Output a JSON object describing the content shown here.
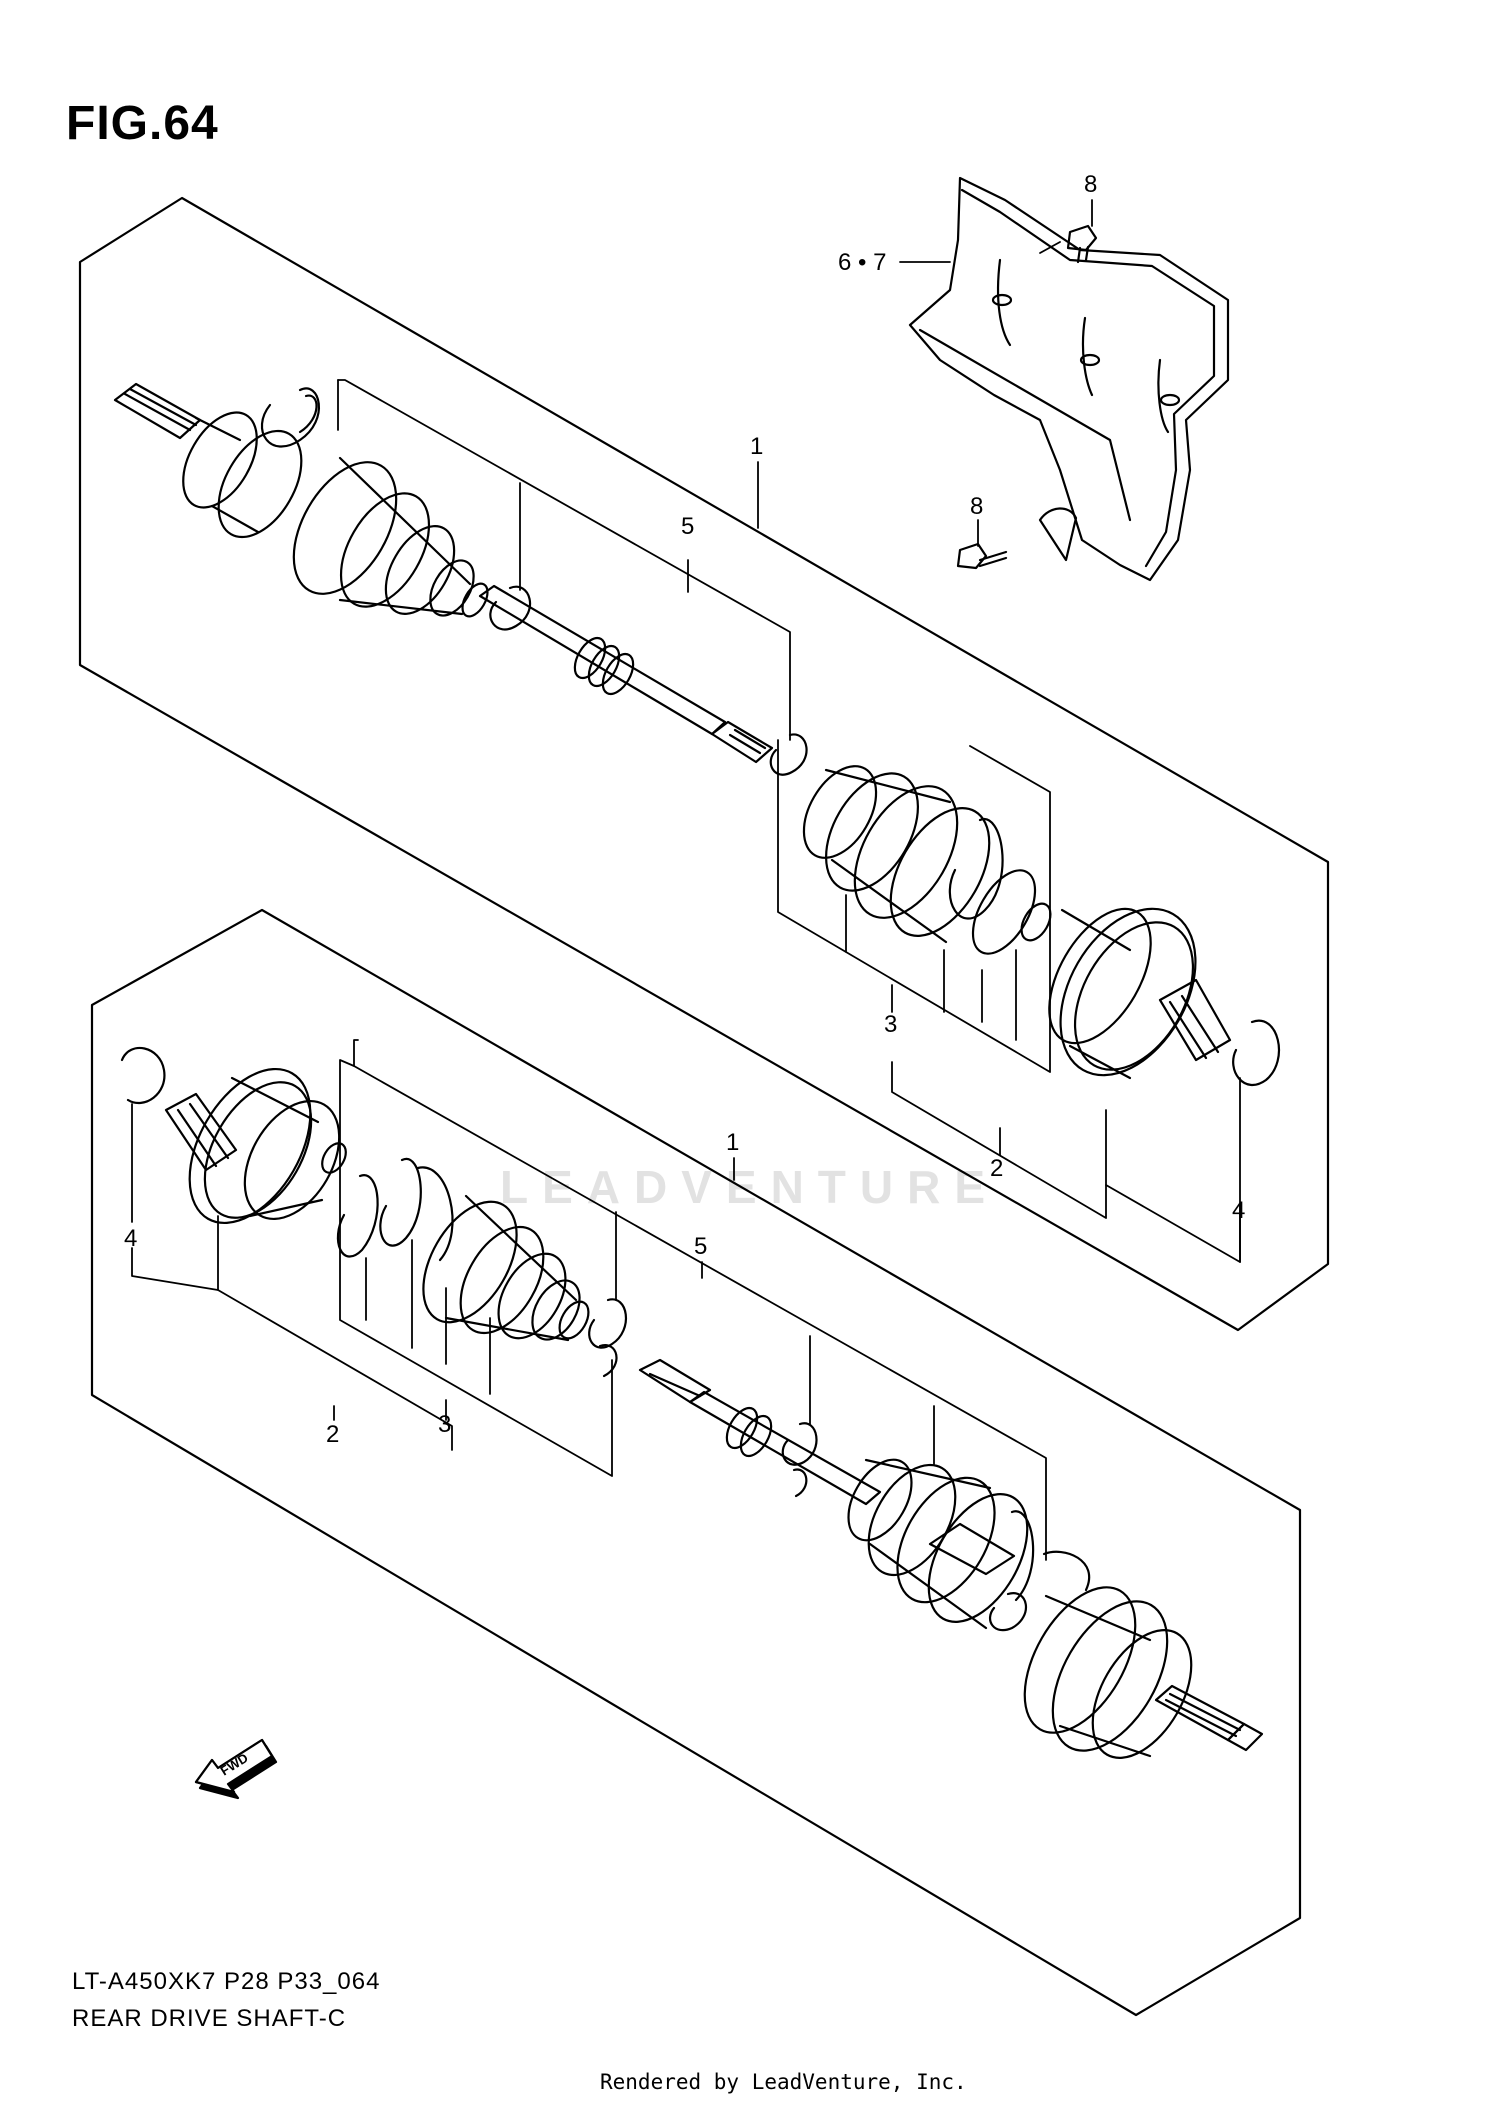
{
  "figure": {
    "title": "FIG.64",
    "model_code": "LT-A450XK7 P28 P33_064",
    "diagram_name": "REAR DRIVE SHAFT-C",
    "rendered_by": "Rendered by LeadVenture, Inc.",
    "watermark": "LEADVENTURE",
    "direction_marker": "FWD"
  },
  "callouts": {
    "upper_1": "1",
    "upper_5": "5",
    "upper_3": "3",
    "upper_2": "2",
    "upper_4": "4",
    "guard_67": "6 • 7",
    "bolt_top_8": "8",
    "bolt_bottom_8": "8",
    "lower_1": "1",
    "lower_5": "5",
    "lower_4": "4",
    "lower_2": "2",
    "lower_3": "3"
  }
}
